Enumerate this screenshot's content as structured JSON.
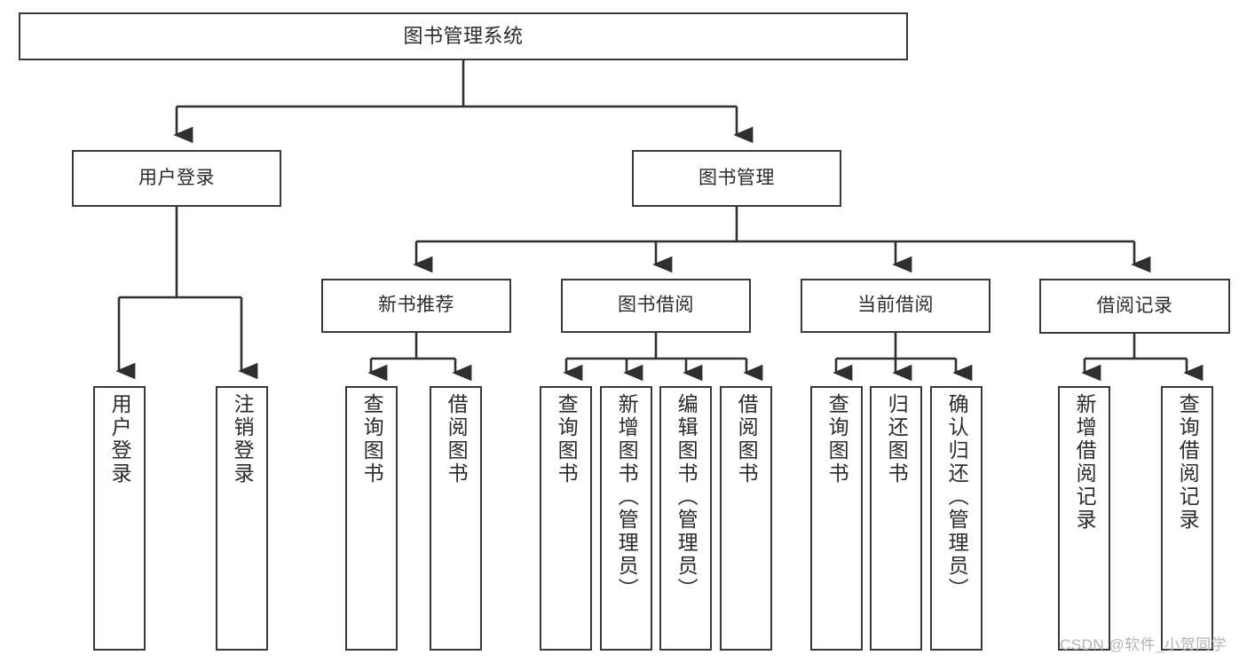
{
  "diagram": {
    "title": "图书管理系统",
    "type": "hierarchy-tree",
    "watermark": "CSDN @软件_小贺同学",
    "colors": {
      "box_border": "#3a3a3c",
      "box_fill": "#ffffff",
      "connector": "#2f2f2f",
      "text": "#2b2b2b",
      "watermark": "#b4b4b4",
      "background": "#ffffff"
    },
    "nodes": {
      "root": "图书管理系统",
      "level2": {
        "user_login": "用户登录",
        "book_manage": "图书管理"
      },
      "level3": {
        "new_book_recommend": "新书推荐",
        "book_borrow": "图书借阅",
        "current_borrow": "当前借阅",
        "borrow_record": "借阅记录"
      },
      "leaves": {
        "user_login": [
          "用户登录",
          "注销登录"
        ],
        "new_book_recommend": [
          "查询图书",
          "借阅图书"
        ],
        "book_borrow": [
          "查询图书",
          "新增图书（管理员）",
          "编辑图书（管理员）",
          "借阅图书"
        ],
        "current_borrow": [
          "查询图书",
          "归还图书",
          "确认归还（管理员）"
        ],
        "borrow_record": [
          "新增借阅记录",
          "查询借阅记录"
        ]
      }
    }
  }
}
